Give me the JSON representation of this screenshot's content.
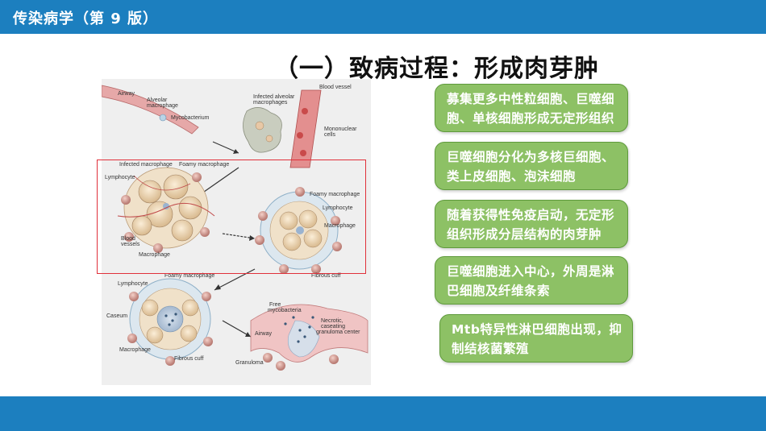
{
  "header": {
    "title": "传染病学（第 9 版）",
    "bar_color": "#1c7fbf"
  },
  "slide": {
    "title": "（一）致病过程：形成肉芽肿"
  },
  "figure": {
    "labels": {
      "airway_top": "Airway",
      "alveolar_macrophage_1": "Alveolar",
      "alveolar_macrophage_2": "macrophage",
      "mycobacterium": "Mycobacterium",
      "infected_alveolar_1": "Infected alveolar",
      "infected_alveolar_2": "macrophages",
      "blood_vessel": "Blood vessel",
      "mononuclear_1": "Mononuclear",
      "mononuclear_2": "cells",
      "infected_macrophage": "Infected macrophage",
      "foamy_macrophage_a": "Foamy macrophage",
      "lymphocyte_a": "Lymphocyte",
      "blood_vessels_1": "Blood",
      "blood_vessels_2": "vessels",
      "macrophage_a": "Macrophage",
      "foamy_macrophage_b": "Foamy macrophage",
      "lymphocyte_b": "Lymphocyte",
      "macrophage_b": "Macrophage",
      "fibrous_cuff_b": "Fibrous cuff",
      "lymphocyte_c": "Lymphocyte",
      "foamy_macrophage_c": "Foamy macrophage",
      "caseum": "Caseum",
      "macrophage_c": "Macrophage",
      "fibrous_cuff_c": "Fibrous cuff",
      "free_myco_1": "Free",
      "free_myco_2": "mycobacteria",
      "necrotic_1": "Necrotic,",
      "necrotic_2": "caseating",
      "necrotic_3": "granuloma center",
      "airway_bottom": "Airway",
      "granuloma": "Granuloma"
    }
  },
  "callouts": [
    {
      "text": "募集更多中性粒细胞、巨噬细胞、单核细胞形成无定形组织"
    },
    {
      "text": "巨噬细胞分化为多核巨细胞、类上皮细胞、泡沫细胞"
    },
    {
      "text": "随着获得性免疫启动，无定形组织形成分层结构的肉芽肿"
    },
    {
      "text": "巨噬细胞进入中心，外周是淋巴细胞及纤维条索"
    },
    {
      "text": "Mtb特异性淋巴细胞出现，抑制结核菌繁殖"
    }
  ],
  "colors": {
    "callout_fill": "#8dc165",
    "callout_border": "#5f9a3c",
    "highlight_border": "#e0303a"
  }
}
